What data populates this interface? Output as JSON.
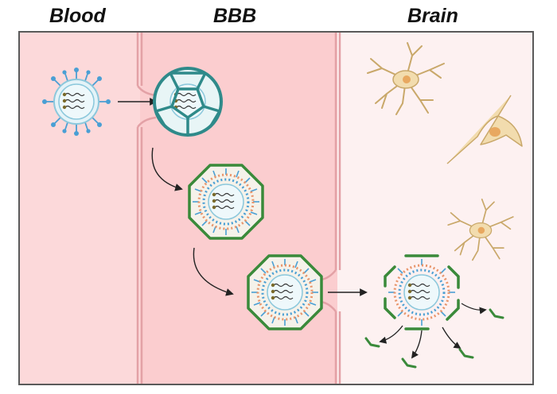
{
  "headings": {
    "blood": "Blood",
    "bbb": "BBB",
    "brain": "Brain"
  },
  "colors": {
    "blood_bg": "#fcd9da",
    "bbb_bg": "#fbcdcf",
    "brain_bg": "#fdf1f1",
    "membrane": "#e3a1a6",
    "frame": "#5a5a5a",
    "cage": "#2f8a8a",
    "coat": "#3a8a3a",
    "receptor_blue": "#4a9fd4",
    "lipid_orange": "#e8946a",
    "neuron": "#f2dcae",
    "neuron_edge": "#c9a86a",
    "nucleus": "#e8a860",
    "arrow": "#222222"
  },
  "icons": {
    "virus": "virus-particle-icon",
    "cage_particle": "caged-nanoparticle-icon",
    "coated_particle": "coated-nanoparticle-icon",
    "neuron": "neuron-cell-icon",
    "fragment": "coat-fragment-icon"
  }
}
